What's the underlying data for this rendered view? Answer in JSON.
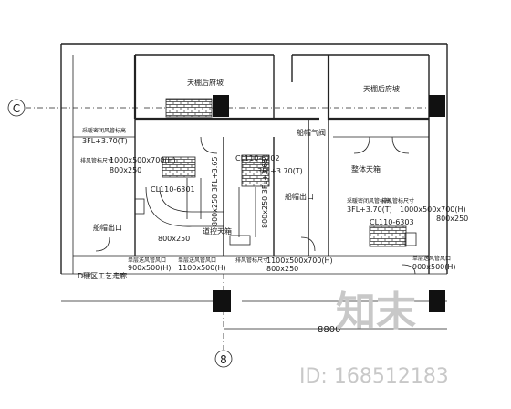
{
  "grid": {
    "row_c": "C",
    "col_8": "8",
    "dim_8800": "8800"
  },
  "rooms": {
    "top_left": "天棚后府坡",
    "top_right": "天棚后府坡",
    "exhaust": "船帽气阀",
    "left_room": "船帽出口",
    "center_room": "道控天箱",
    "right_room": "整体天箱",
    "center_right": "船帽出口",
    "corridor": "D硬区工艺走廊"
  },
  "ducts": {
    "cl1": "CL110-6301",
    "cl2": "CL110-6202",
    "cl3": "CL110-6303",
    "fl_left_label": "采暖密闭风管标高",
    "fl_left": "3FL+3.70(T)",
    "fl_left_size_label": "排风管标尺寸",
    "fl_left_size": "1000x500x700(H)",
    "fl_left_size2": "800x250",
    "fl_mid": "3FL+3.70(T)",
    "fl_right_label": "采暖密闭风管标高",
    "fl_right": "3FL+3.70(T)",
    "fl_right_size_label": "排风管标尺寸",
    "fl_right_size": "1000x500x700(H)",
    "fl_right_size2": "800x250",
    "vert1": "800x250 3FL+3.65",
    "vert2": "800x250 3FL+3.65",
    "duct_800": "800x250",
    "bot_label_1": "单层送风管风口",
    "bot_1": "900x500(H)",
    "bot_label_2": "单层送风管风口",
    "bot_2": "1100x500(H)",
    "bot_label_3": "排风管标尺寸",
    "bot_3": "1100x500x700(H)",
    "bot_3b": "800x250",
    "bot_label_4": "单层送风管风口",
    "bot_4": "900x500(H)"
  },
  "watermark": {
    "logo": "知末",
    "id": "ID: 168512183"
  }
}
